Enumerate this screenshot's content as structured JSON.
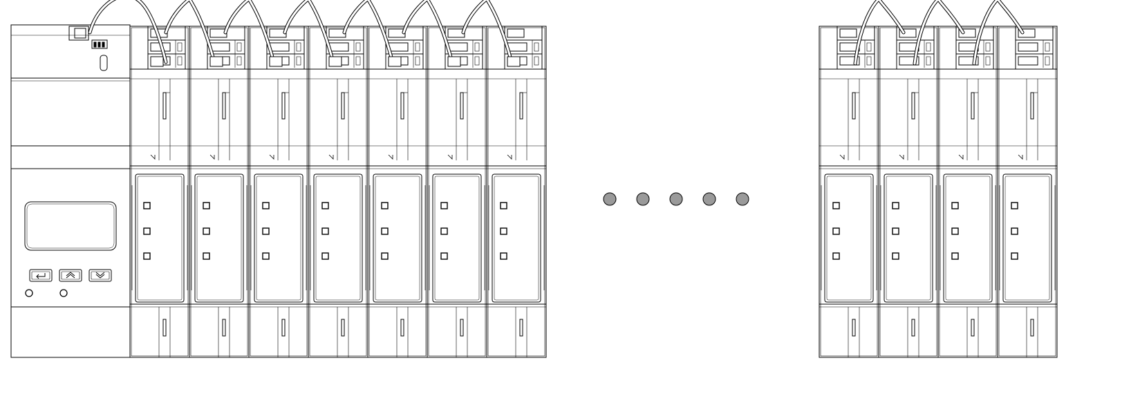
{
  "diagram": {
    "left_group_modules": 7,
    "right_group_modules": 4,
    "ellipsis_dots": 5,
    "leds_per_module": 3,
    "colors": {
      "line": "#000000",
      "background": "#ffffff",
      "dot": "#9a9a9a",
      "dot_stroke": "#000000"
    },
    "main_unit": {
      "buttons": [
        {
          "name": "enter-button",
          "icon": "return-arrow-icon"
        },
        {
          "name": "up-button",
          "icon": "chevron-up-icon"
        },
        {
          "name": "down-button",
          "icon": "chevron-down-icon"
        }
      ],
      "status_lights": 2
    }
  }
}
